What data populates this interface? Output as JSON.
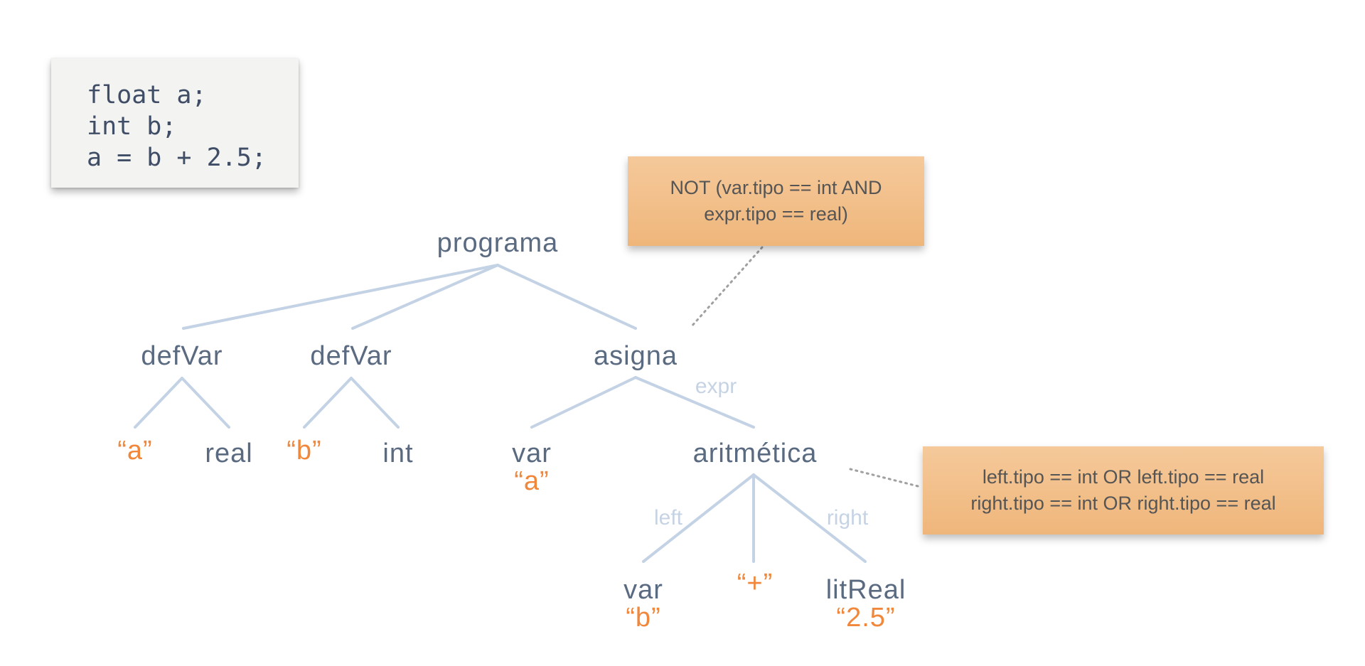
{
  "code": {
    "lines": [
      "float a;",
      "int b;",
      "a = b + 2.5;"
    ]
  },
  "tree": {
    "root": "programa",
    "defvar_1": {
      "label": "defVar",
      "name": "“a”",
      "type": "real"
    },
    "defvar_2": {
      "label": "defVar",
      "name": "“b”",
      "type": "int"
    },
    "asigna": {
      "label": "asigna",
      "edge_expr": "expr"
    },
    "var_a": {
      "label": "var",
      "name": "“a”"
    },
    "aritmetica": {
      "label": "aritmética",
      "edge_left": "left",
      "edge_right": "right",
      "operator": "“+”"
    },
    "var_b": {
      "label": "var",
      "name": "“b”"
    },
    "litreal": {
      "label": "litReal",
      "value": "“2.5”"
    }
  },
  "notes": {
    "asigna_rule": [
      "NOT (var.tipo == int AND",
      "expr.tipo == real)"
    ],
    "aritmetica_rule": [
      "left.tipo == int OR left.tipo == real",
      "right.tipo == int OR right.tipo == real"
    ]
  },
  "colors": {
    "node_text": "#5a6a80",
    "literal_text": "#f0873a",
    "edge_line": "#c3d2e4",
    "edge_label": "#c6d3e4",
    "note_fill": "#f2bd86",
    "code_card": "#f3f3f2"
  }
}
